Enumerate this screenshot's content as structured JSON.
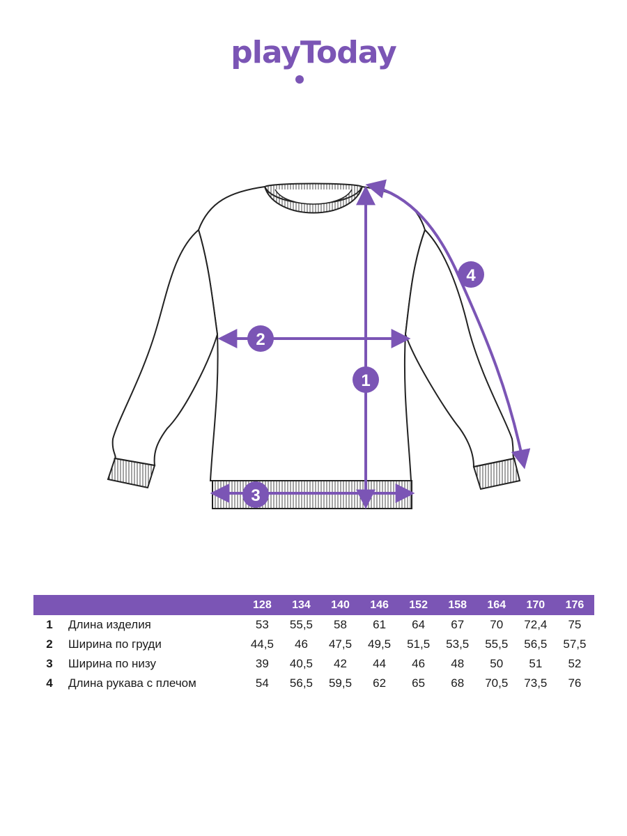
{
  "brand": {
    "name": "playToday",
    "accent_color": "#7b55b5"
  },
  "diagram": {
    "item": "sweatshirt",
    "markers": [
      "1",
      "2",
      "3",
      "4"
    ]
  },
  "table": {
    "sizes": [
      "128",
      "134",
      "140",
      "146",
      "152",
      "158",
      "164",
      "170",
      "176"
    ],
    "rows": [
      {
        "num": "1",
        "label": "Длина изделия",
        "values": [
          "53",
          "55,5",
          "58",
          "61",
          "64",
          "67",
          "70",
          "72,4",
          "75"
        ]
      },
      {
        "num": "2",
        "label": "Ширина по груди",
        "values": [
          "44,5",
          "46",
          "47,5",
          "49,5",
          "51,5",
          "53,5",
          "55,5",
          "56,5",
          "57,5"
        ]
      },
      {
        "num": "3",
        "label": "Ширина по низу",
        "values": [
          "39",
          "40,5",
          "42",
          "44",
          "46",
          "48",
          "50",
          "51",
          "52"
        ]
      },
      {
        "num": "4",
        "label": "Длина рукава с плечом",
        "values": [
          "54",
          "56,5",
          "59,5",
          "62",
          "65",
          "68",
          "70,5",
          "73,5",
          "76"
        ]
      }
    ]
  }
}
